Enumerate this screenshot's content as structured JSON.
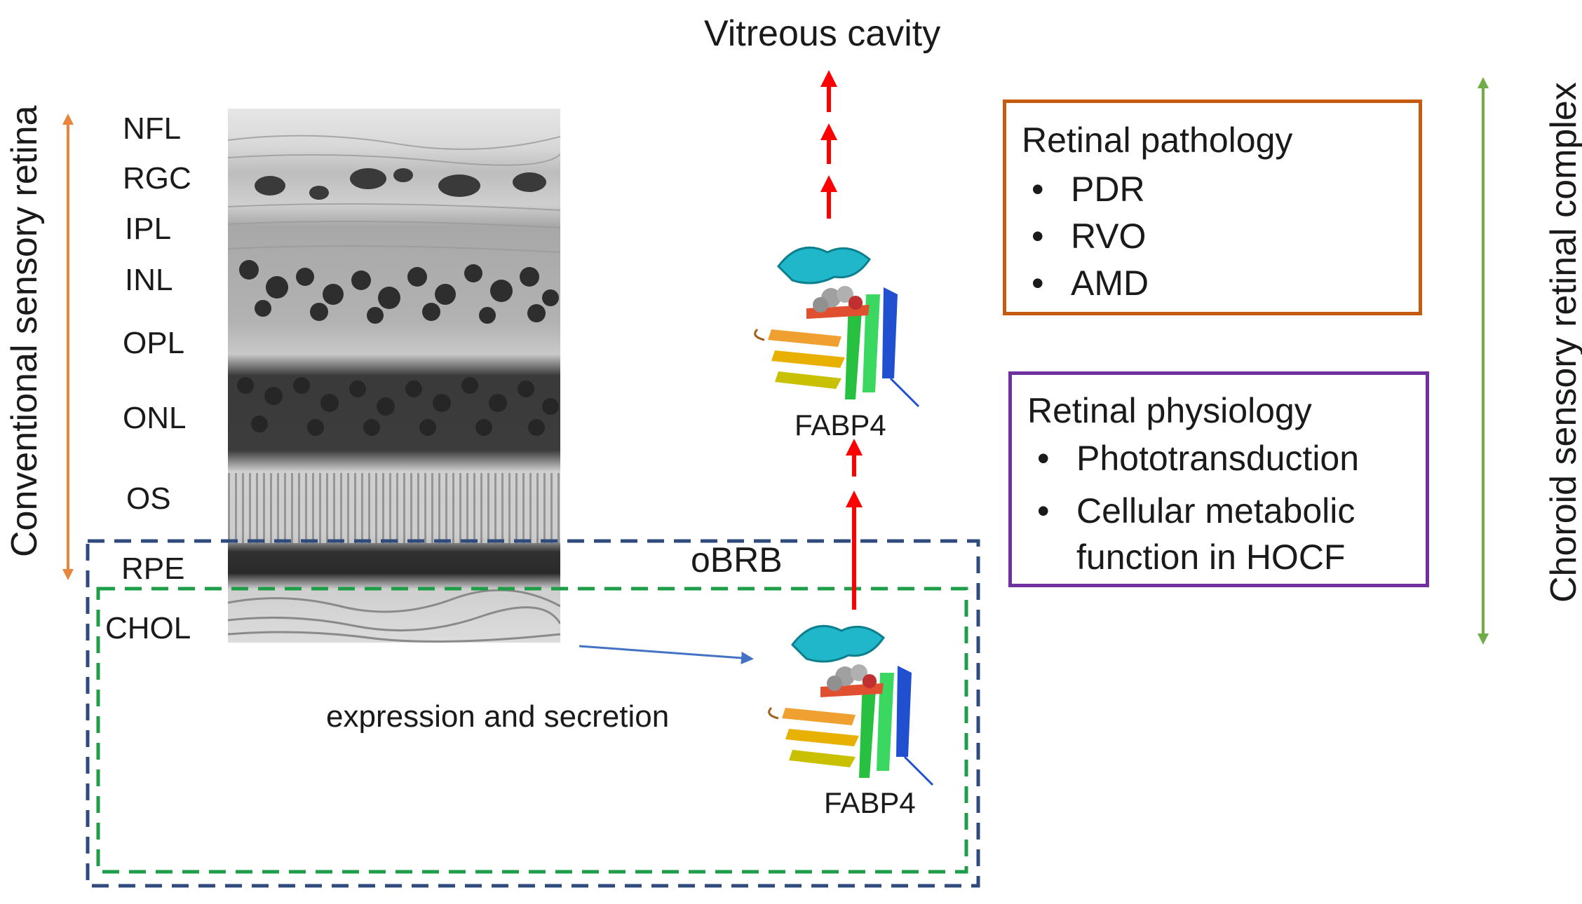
{
  "diagram": {
    "title_top": "Vitreous cavity",
    "left_axis_label": "Conventional sensory retina",
    "right_axis_label": "Choroid sensory retinal complex",
    "layers": [
      "NFL",
      "RGC",
      "IPL",
      "INL",
      "OPL",
      "ONL",
      "OS",
      "RPE",
      "CHOL"
    ],
    "barrier_label": "oBRB",
    "process_label": "expression and secretion",
    "protein_top_label": "FABP4",
    "protein_bottom_label": "FABP4",
    "pathology_box": {
      "heading": "Retinal pathology",
      "items": [
        "PDR",
        "RVO",
        "AMD"
      ]
    },
    "physiology_box": {
      "heading": "Retinal physiology",
      "items": [
        "Phototransduction",
        "Cellular metabolic function in HOCF"
      ]
    },
    "bullet": "•",
    "colors": {
      "left_arrow": "#e8853b",
      "right_arrow": "#70ad47",
      "pathology_border": "#c55a11",
      "physiology_border": "#7030a0",
      "obrb_dash": "#2f4a7d",
      "inner_dash": "#1f9e4a",
      "secretion_arrow": "#ff0000",
      "expression_arrow": "#4472c4"
    }
  }
}
